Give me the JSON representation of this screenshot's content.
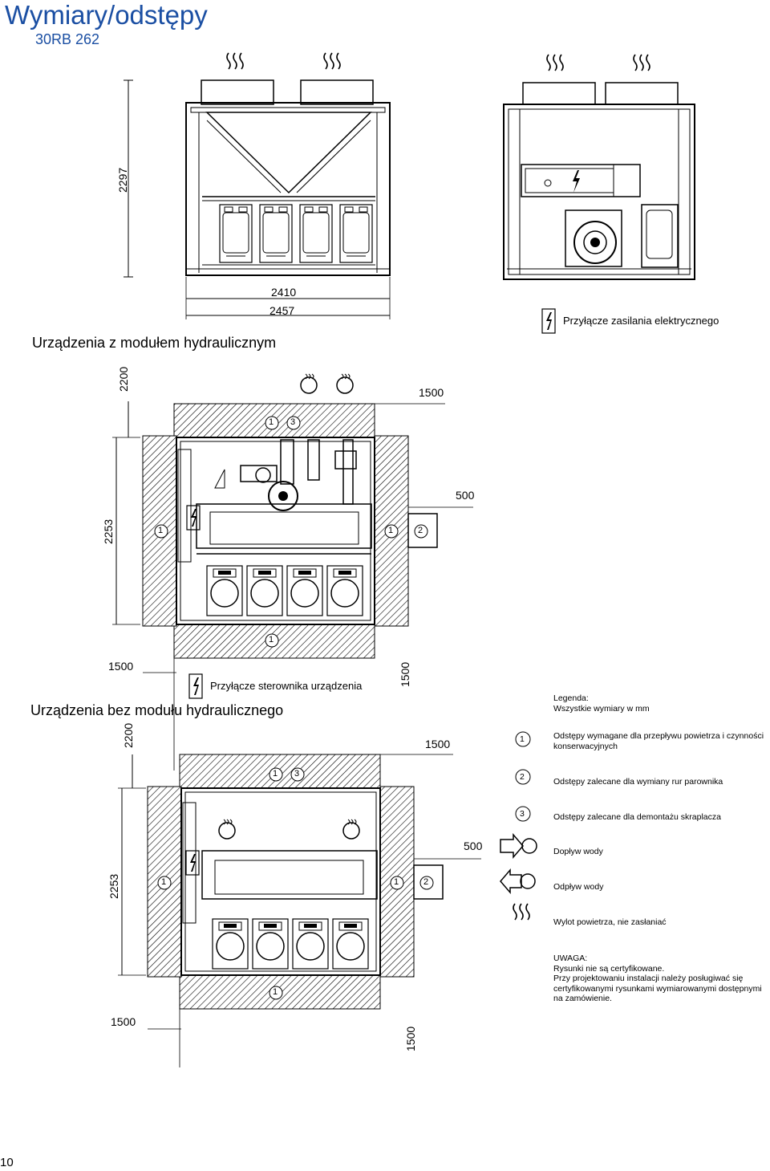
{
  "header": {
    "title": "Wymiary/odstępy",
    "model": "30RB 262"
  },
  "top_views": {
    "height_dim": "2297",
    "width_dim_inner": "2410",
    "width_dim_outer": "2457",
    "power_connection_label": "Przyłącze zasilania elektrycznego"
  },
  "section_hydraulic": {
    "title": "Urządzenia z modułem hydraulicznym",
    "dim_top_clearance": "2200",
    "dim_side_1500": "1500",
    "dim_500": "500",
    "dim_depth": "2253",
    "dim_left_1500": "1500",
    "dim_bottom_1500": "1500",
    "controller_label": "Przyłącze sterownika urządzenia",
    "marker_1": "1",
    "marker_2": "2",
    "marker_3": "3"
  },
  "section_no_hydraulic": {
    "title": "Urządzenia bez modułu hydraulicznego",
    "dim_top_clearance": "2200",
    "dim_side_1500": "1500",
    "dim_500": "500",
    "dim_depth": "2253",
    "dim_left_1500": "1500",
    "dim_bottom_1500": "1500"
  },
  "legend": {
    "heading": "Legenda:",
    "units": "Wszystkie wymiary w mm",
    "items": [
      {
        "key": "1",
        "text_line1": "Odstępy wymagane dla przepływu powietrza i czynności",
        "text_line2": "konserwacyjnych"
      },
      {
        "key": "2",
        "text_line1": "Odstępy zalecane dla wymiany rur parownika",
        "text_line2": ""
      },
      {
        "key": "3",
        "text_line1": "Odstępy zalecane dla demontażu skraplacza",
        "text_line2": ""
      }
    ],
    "water_in": "Dopływ wody",
    "water_out": "Odpływ wody",
    "air_out": "Wylot powietrza, nie zasłaniać",
    "note_heading": "UWAGA:",
    "note_line1": "Rysunki nie są certyfikowane.",
    "note_line2": "Przy projektowaniu instalacji należy posługiwać się",
    "note_line3": "certyfikowanymi rysunkami wymiarowanymi dostępnymi",
    "note_line4": "na zamówienie."
  },
  "page_number": "10",
  "colors": {
    "title": "#1b4fa3",
    "line": "#000000"
  },
  "icons": [
    "electric-bolt-icon",
    "water-in-icon",
    "water-out-icon",
    "air-outlet-icon"
  ]
}
